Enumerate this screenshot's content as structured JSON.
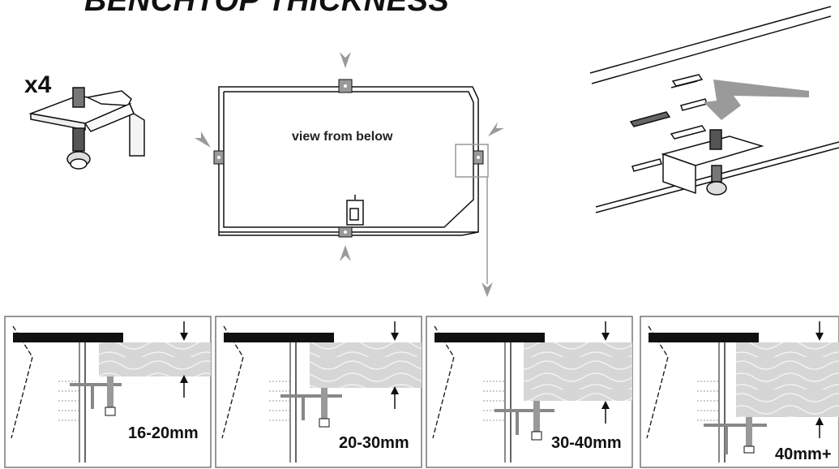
{
  "title": "BENCHTOP THICKNESS",
  "quantity": "x4",
  "hob_label": "view from below",
  "panels": [
    {
      "label": "16-20mm"
    },
    {
      "label": "20-30mm"
    },
    {
      "label": "30-40mm"
    },
    {
      "label": "40mm+"
    }
  ],
  "colors": {
    "line": "#111111",
    "grey": "#808080",
    "wood": "#d6d6d6",
    "arrow": "#9a9a9a"
  }
}
